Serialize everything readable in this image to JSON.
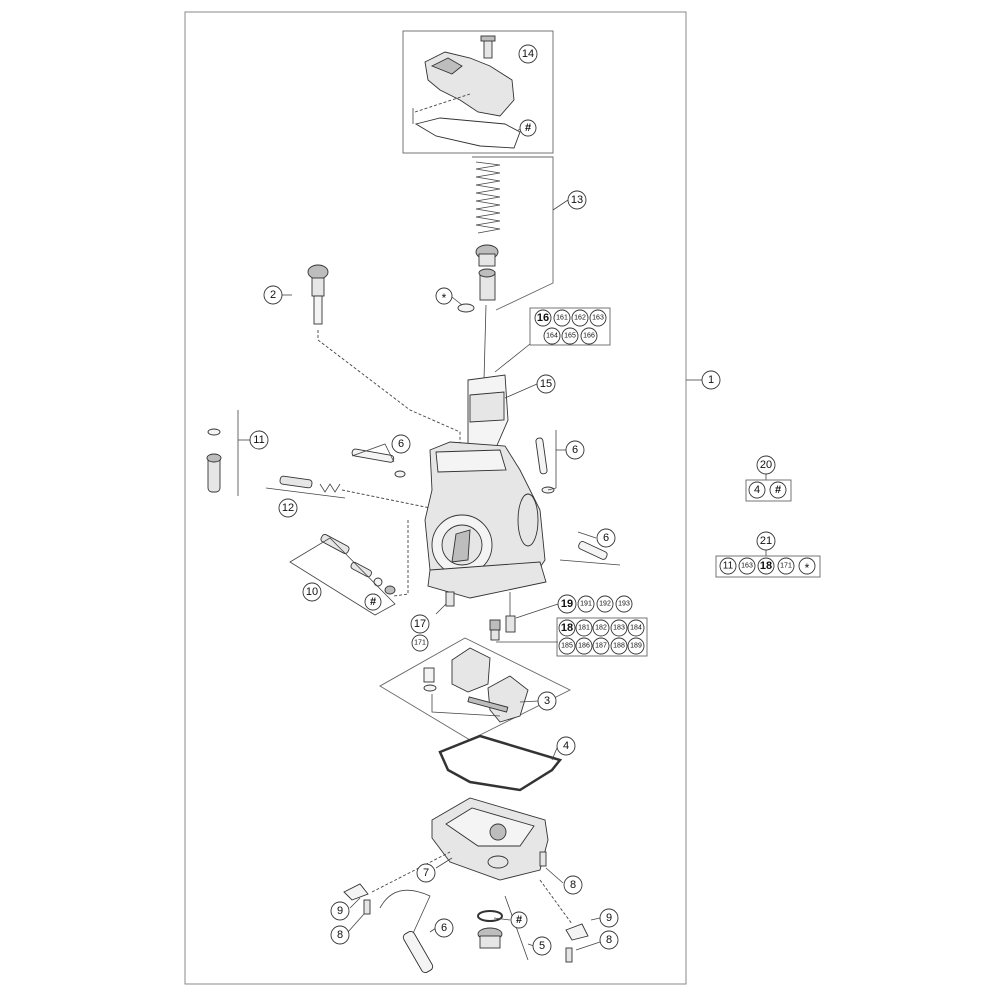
{
  "diagram": {
    "frame_label": "1",
    "callouts": {
      "c2": "2",
      "c3": "3",
      "c4": "4",
      "c5": "5",
      "c6a": "6",
      "c6b": "6",
      "c6c": "6",
      "c6d": "6",
      "c7": "7",
      "c8a": "8",
      "c8b": "8",
      "c8c": "8",
      "c9a": "9",
      "c9b": "9",
      "c10": "10",
      "c11": "11",
      "c12": "12",
      "c13": "13",
      "c14": "14",
      "c15": "15",
      "c17": "17",
      "c171": "171",
      "hash_top": "#",
      "hash_left": "#",
      "hash_bottom": "#",
      "star": "*"
    },
    "group16": [
      "16",
      "161",
      "162",
      "163",
      "164",
      "165",
      "166"
    ],
    "group18": [
      "18",
      "181",
      "182",
      "183",
      "184",
      "185",
      "186",
      "187",
      "188",
      "189"
    ],
    "group19": [
      "19",
      "191",
      "192",
      "193"
    ],
    "kit20": {
      "label": "20",
      "items": [
        "4",
        "#"
      ]
    },
    "kit21": {
      "label": "21",
      "items": [
        "11",
        "163",
        "18",
        "171",
        "*"
      ]
    }
  }
}
